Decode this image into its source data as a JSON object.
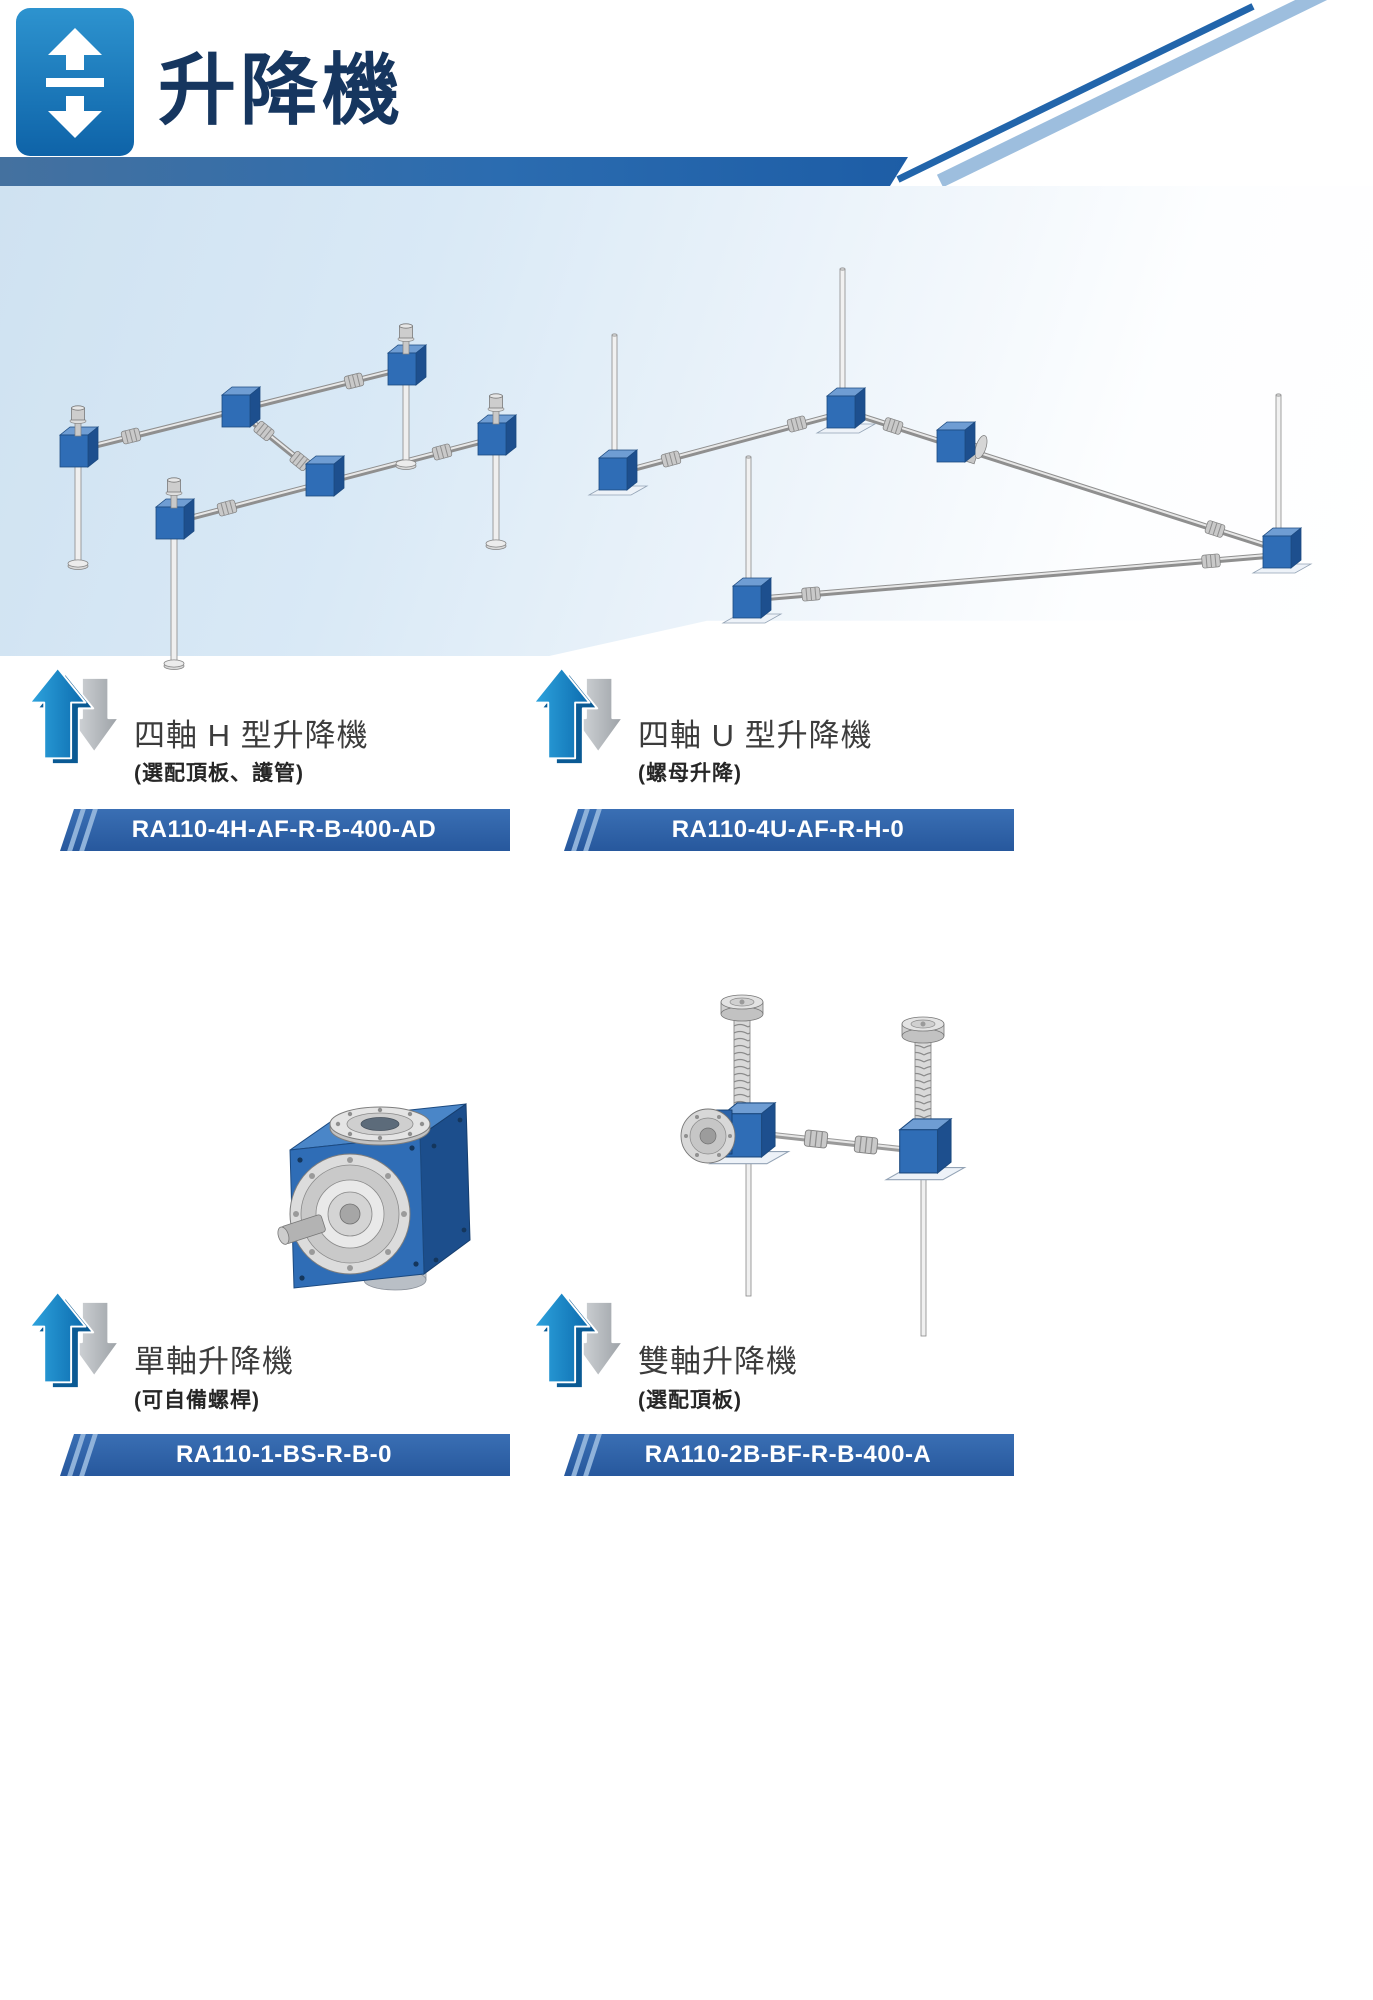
{
  "header": {
    "title": "升降機",
    "icon": "lift-up-down-arrows"
  },
  "products": [
    {
      "title": "四軸 H 型升降機",
      "subtitle": "(選配頂板、護管)",
      "model": "RA110-4H-AF-R-B-400-AD",
      "marker_icon": "up-down-arrows",
      "illustration": "four-axis-h-type-lifter-drawing"
    },
    {
      "title": "四軸 U 型升降機",
      "subtitle": "(螺母升降)",
      "model": "RA110-4U-AF-R-H-0",
      "marker_icon": "up-down-arrows",
      "illustration": "four-axis-u-type-lifter-drawing"
    },
    {
      "title": "單軸升降機",
      "subtitle": "(可自備螺桿)",
      "model": "RA110-1-BS-R-B-0",
      "marker_icon": "up-down-arrows",
      "illustration": "single-axis-lifter-drawing"
    },
    {
      "title": "雙軸升降機",
      "subtitle": "(選配頂板)",
      "model": "RA110-2B-BF-R-B-400-A",
      "marker_icon": "up-down-arrows",
      "illustration": "double-axis-lifter-drawing"
    }
  ],
  "colors": {
    "header_icon_blue": "#1580c0",
    "title_navy": "#16365f",
    "bar_blue": "#2265ab",
    "banner_blue": "#2a62a8",
    "panel_light_blue": "#d4e5f3",
    "machine_blue": "#2f6db6",
    "arrow_blue": "#1b8fd0",
    "arrow_gray": "#b9bdc1",
    "model_text_color": "#ffffff"
  }
}
